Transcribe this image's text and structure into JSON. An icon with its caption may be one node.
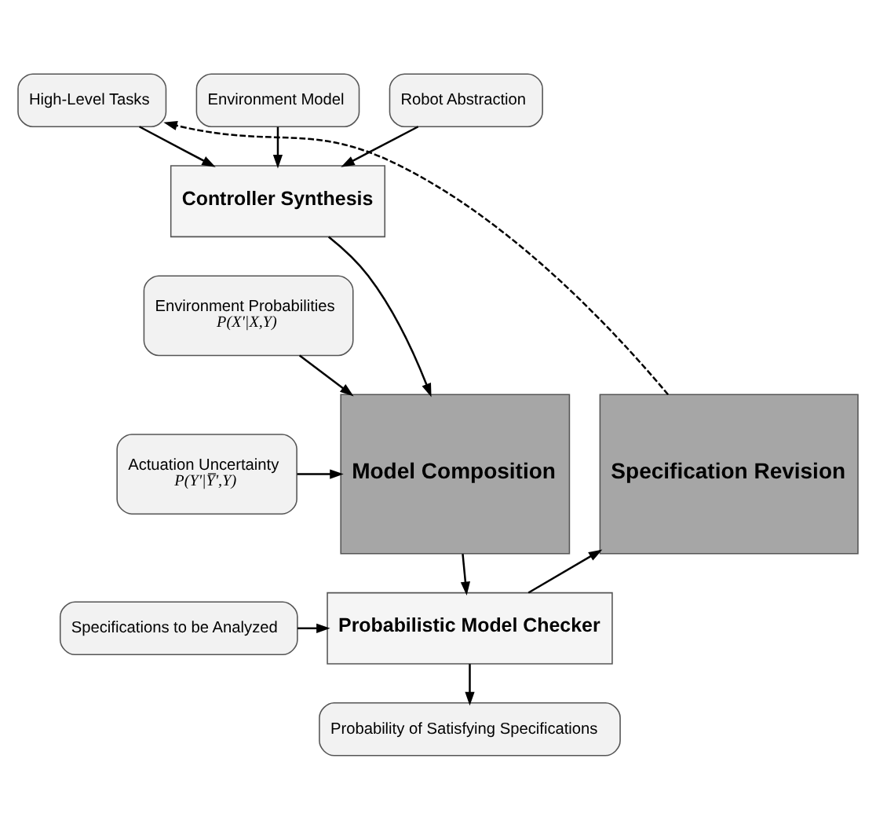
{
  "diagram": {
    "nodes": [
      {
        "text": [
          "High-Level Tasks"
        ]
      },
      {
        "text": [
          "Environment Model"
        ]
      },
      {
        "text": [
          "Robot Abstraction"
        ]
      },
      {
        "text": [
          "Controller Synthesis"
        ]
      },
      {
        "text": [
          "Specification Revision"
        ]
      },
      {
        "text": [
          "Model Composition"
        ]
      },
      {
        "text": [
          "Environment Probabilities",
          "P(X'|X,Y)"
        ]
      },
      {
        "text": [
          "Actuation Uncertainty",
          "P(Y'|Y̅',Y)"
        ]
      },
      {
        "text": [
          "Probabilistic Model Checker"
        ]
      },
      {
        "text": [
          "Specifications to be Analyzed"
        ]
      },
      {
        "text": [
          "Probability of Satisfying Specifications"
        ]
      }
    ],
    "edges": [
      {
        "from": 0,
        "to": 3,
        "arrow": "to"
      },
      {
        "from": 1,
        "to": 3,
        "arrow": "to"
      },
      {
        "from": 2,
        "to": 3,
        "arrow": "to"
      },
      {
        "from": 3,
        "to": 5,
        "arrow": "to"
      },
      {
        "from": 6,
        "to": 5,
        "arrow": "to"
      },
      {
        "from": 7,
        "to": 5,
        "arrow": "to"
      },
      {
        "from": 5,
        "to": 8,
        "arrow": "to"
      },
      {
        "from": 8,
        "to": 4,
        "arrow": "to"
      },
      {
        "from": 4,
        "to": 0,
        "arrow": "to",
        "style": "dashed"
      },
      {
        "from": 9,
        "to": 8,
        "arrow": "to"
      },
      {
        "from": 8,
        "to": 10,
        "arrow": "to"
      }
    ]
  }
}
